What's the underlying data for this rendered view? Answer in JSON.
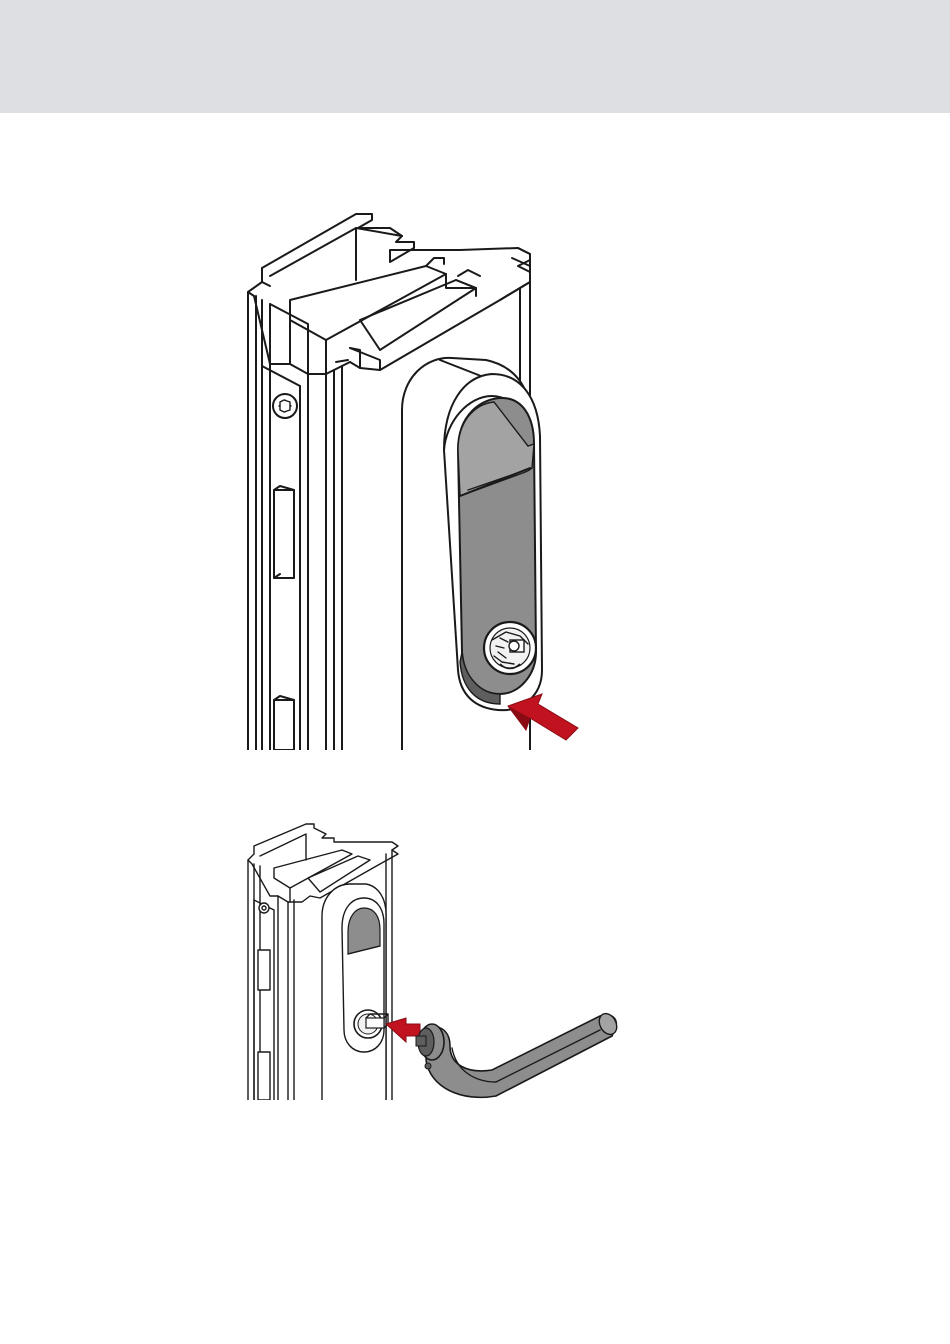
{
  "page": {
    "header_band_color": "#dedfe2",
    "background": "#ffffff"
  },
  "colors": {
    "line": "#1a1a1a",
    "handle_gray": "#8d8d8d",
    "handle_gray_light": "#a3a3a3",
    "handle_gray_dark": "#5e5e5e",
    "arrow_red": "#c0121f",
    "arrow_red_dark": "#8a0b14"
  },
  "figures": [
    {
      "id": "step-1",
      "depicts": "profile-with-recessed-handle-rosette",
      "icons": [
        "profile-section",
        "lock-faceplate",
        "rosette",
        "spindle-socket",
        "insert-arrow-icon"
      ]
    },
    {
      "id": "step-2",
      "depicts": "lever-handle-insertion",
      "icons": [
        "profile-section",
        "lock-faceplate",
        "rosette",
        "lever-handle",
        "insert-arrow-icon"
      ]
    }
  ]
}
